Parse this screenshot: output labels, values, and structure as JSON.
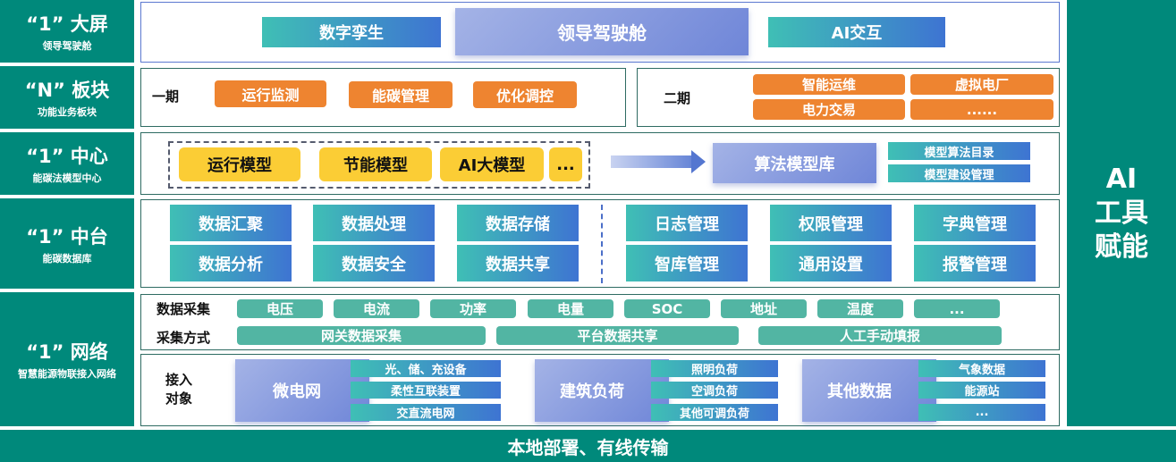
{
  "left_labels": [
    {
      "title": "“1” 大屏",
      "subtitle": "领导驾驶舱"
    },
    {
      "title": "“N” 板块",
      "subtitle": "功能业务板块"
    },
    {
      "title": "“1” 中心",
      "subtitle": "能碳法模型中心"
    },
    {
      "title": "“1” 中台",
      "subtitle": "能碳数据库"
    },
    {
      "title": "“1” 网络",
      "subtitle": "智慧能源物联接入网络"
    }
  ],
  "screen": [
    "数字孪生",
    "领导驾驶舱",
    "AI交互"
  ],
  "modules": {
    "phase1_label": "一期",
    "phase1": [
      "运行监测",
      "能碳管理",
      "优化调控"
    ],
    "phase2_label": "二期",
    "phase2": [
      "智能运维",
      "虚拟电厂",
      "电力交易",
      "......"
    ]
  },
  "center": {
    "models": [
      "运行模型",
      "节能模型",
      "AI大模型",
      "..."
    ],
    "library": "算法模型库",
    "library_items": [
      "模型算法目录",
      "模型建设管理"
    ]
  },
  "platform": {
    "left": [
      "数据汇聚",
      "数据处理",
      "数据存储",
      "数据分析",
      "数据安全",
      "数据共享"
    ],
    "right": [
      "日志管理",
      "权限管理",
      "字典管理",
      "智库管理",
      "通用设置",
      "报警管理"
    ]
  },
  "network": {
    "collect_label": "数据采集",
    "collect": [
      "电压",
      "电流",
      "功率",
      "电量",
      "SOC",
      "地址",
      "温度",
      "..."
    ],
    "method_label": "采集方式",
    "methods": [
      "网关数据采集",
      "平台数据共享",
      "人工手动填报"
    ],
    "access_label": "接入\n对象",
    "groups": [
      {
        "name": "微电网",
        "items": [
          "光、储、充设备",
          "柔性互联装置",
          "交直流电网"
        ]
      },
      {
        "name": "建筑负荷",
        "items": [
          "照明负荷",
          "空调负荷",
          "其他可调负荷"
        ]
      },
      {
        "name": "其他数据",
        "items": [
          "气象数据",
          "能源站",
          "..."
        ]
      }
    ]
  },
  "ai_panel": [
    "AI",
    "工具",
    "赋能"
  ],
  "footer": "本地部署、有线传输"
}
